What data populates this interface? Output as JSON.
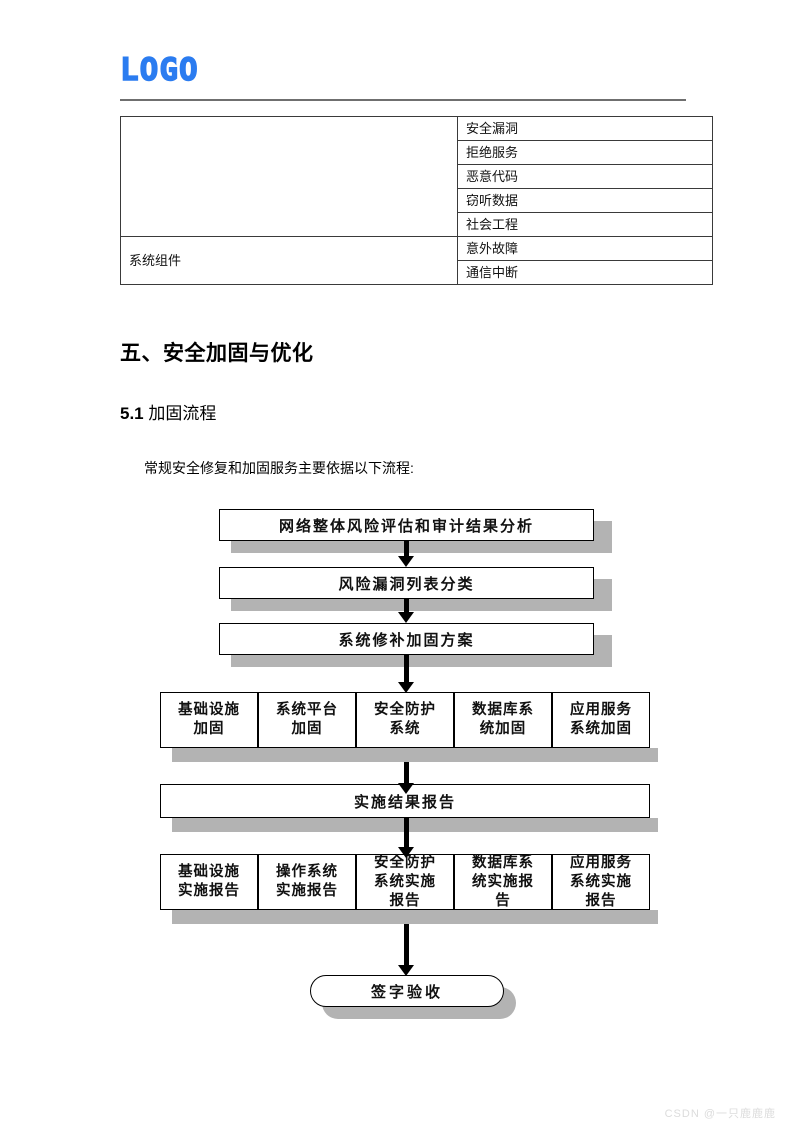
{
  "header": {
    "logo_text": "LOGO"
  },
  "risk_table": {
    "rows": [
      {
        "category": "",
        "item": "安全漏洞"
      },
      {
        "category": "",
        "item": "拒绝服务"
      },
      {
        "category": "",
        "item": "恶意代码"
      },
      {
        "category": "",
        "item": "窃听数据"
      },
      {
        "category": "",
        "item": "社会工程"
      },
      {
        "category": "系统组件",
        "item": "意外故障"
      },
      {
        "category": "",
        "item": "通信中断"
      }
    ],
    "merged_left_label": "系统组件"
  },
  "headings": {
    "section": "五、安全加固与优化",
    "subsection_number": "5.1",
    "subsection_title": "加固流程"
  },
  "body": {
    "intro_paragraph": "常规安全修复和加固服务主要依据以下流程:"
  },
  "flowchart": {
    "title": "加固流程",
    "steps": [
      {
        "id": "step-1",
        "label": "网络整体风险评估和审计结果分析",
        "shape": "rect"
      },
      {
        "id": "step-2",
        "label": "风险漏洞列表分类",
        "shape": "rect"
      },
      {
        "id": "step-3",
        "label": "系统修补加固方案",
        "shape": "rect"
      }
    ],
    "hardening_row": [
      "基础设施\n加固",
      "系统平台\n加固",
      "安全防护\n系统",
      "数据库系\n统加固",
      "应用服务\n系统加固"
    ],
    "result_step": {
      "id": "step-result",
      "label": "实施结果报告",
      "shape": "rect"
    },
    "report_row": [
      "基础设施\n实施报告",
      "操作系统\n实施报告",
      "安全防护\n系统实施\n报告",
      "数据库系\n统实施报\n告",
      "应用服务\n系统实施\n报告"
    ],
    "terminator": {
      "id": "step-signoff",
      "label": "签字验收",
      "shape": "pill"
    }
  },
  "footer": {
    "watermark": "CSDN @一只鹿鹿鹿"
  },
  "colors": {
    "logo_blue": "#2b7cf0",
    "shadow_gray": "#b3b3b3",
    "rule_gray": "#6f6f6f",
    "watermark_gray": "#dcdcdc",
    "border_black": "#000000"
  }
}
